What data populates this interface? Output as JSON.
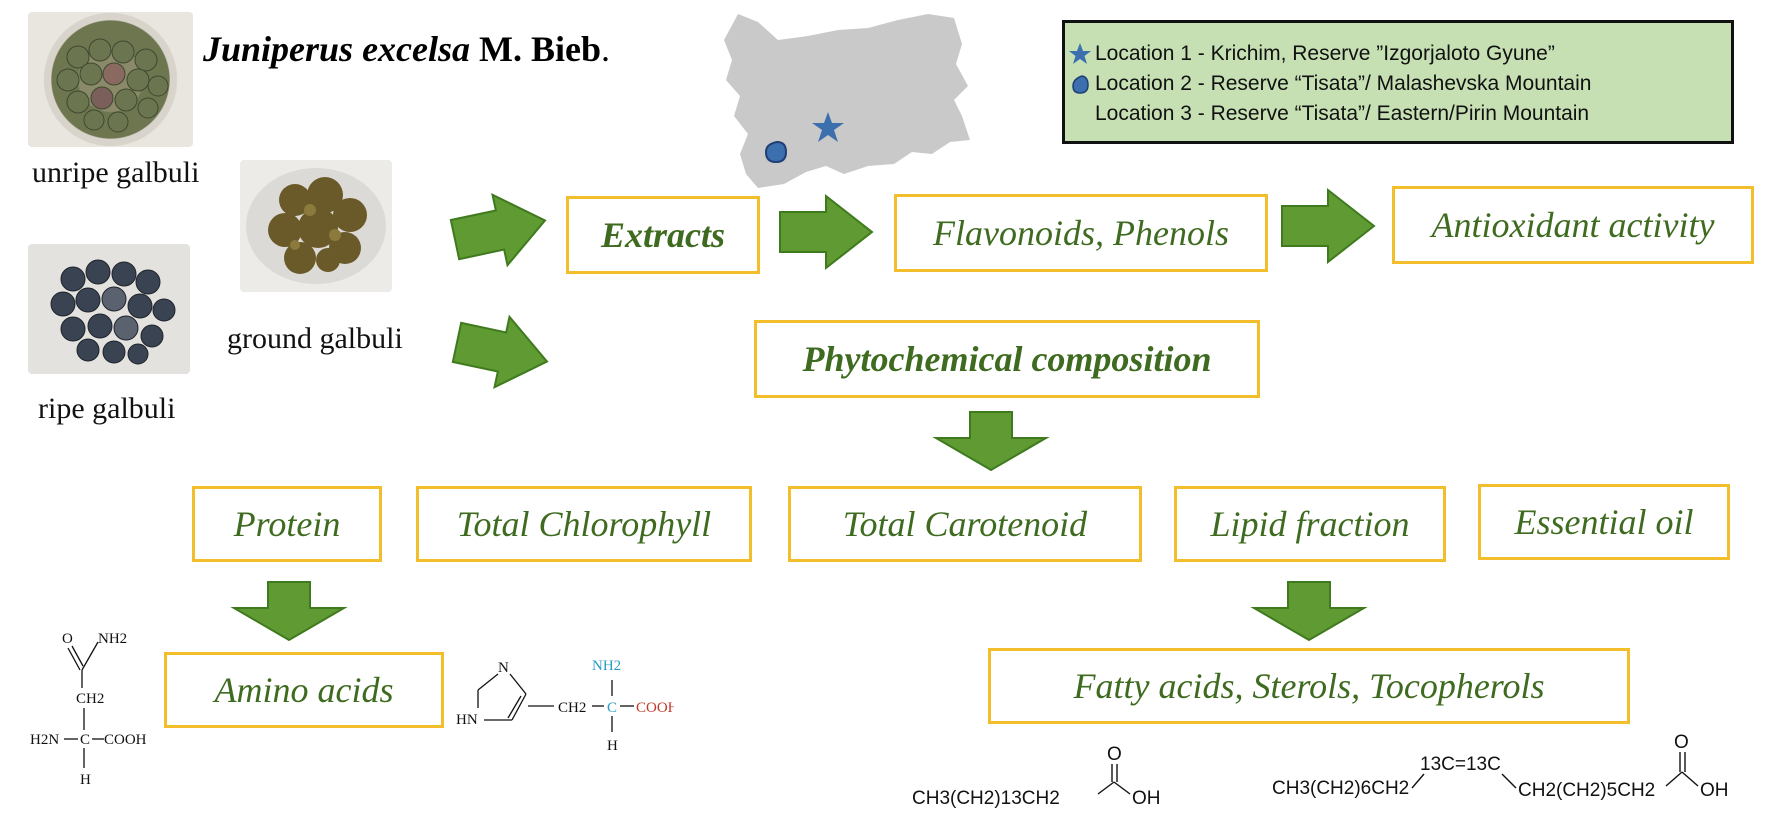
{
  "title": {
    "species": "Juniperus excelsa",
    "authority": "M. Bieb",
    "end": "."
  },
  "photos": {
    "unripe_caption": "unripe galbuli",
    "ground_caption": "ground galbuli",
    "ripe_caption": "ripe galbuli"
  },
  "legend": {
    "items": [
      {
        "marker": "star-icon",
        "text": "Location 1 - Krichim, Reserve ”Izgorjaloto Gyune”"
      },
      {
        "marker": "drop-icon",
        "text": "Location 2 - Reserve “Tisata”/ Malashevska Mountain"
      },
      {
        "marker": "",
        "text": "Location 3 - Reserve “Tisata”/ Eastern/Pirin Mountain"
      }
    ]
  },
  "colors": {
    "arrow": "#5f9a32",
    "box_border": "#f2be2b",
    "text_green": "#3e6b1f",
    "legend_bg": "#c6e0b4",
    "marker_blue": "#3c6fae"
  },
  "boxes": {
    "extracts": "Extracts",
    "flavonoids": "Flavonoids, Phenols",
    "antioxidant": "Antioxidant activity",
    "phytochemical": "Phytochemical composition",
    "protein": "Protein",
    "chlorophyll": "Total Chlorophyll",
    "carotenoid": "Total Carotenoid",
    "lipid": "Lipid fraction",
    "essential_oil": "Essential oil",
    "amino_acids": "Amino acids",
    "fatty_acids": "Fatty acids, Sterols, Tocopherols"
  },
  "structures": {
    "asparagine": {
      "top": "O",
      "nh2_top": "NH2",
      "ch2": "CH2",
      "left": "H2N",
      "c": "C",
      "right": "COOH",
      "h": "H"
    },
    "histidine": {
      "n_top": "N",
      "hn": "HN",
      "ch2": "CH2",
      "nh2": "NH2",
      "c": "C",
      "cooh": "COOH",
      "h": "H"
    },
    "palmitic": {
      "formula": "CH3(CH2)13CH2",
      "o": "O",
      "oh": "OH"
    },
    "labeled": {
      "left": "CH3(CH2)6CH2",
      "mid": "13C=13C",
      "right": "CH2(CH2)5CH2",
      "o": "O",
      "oh": "OH"
    }
  }
}
